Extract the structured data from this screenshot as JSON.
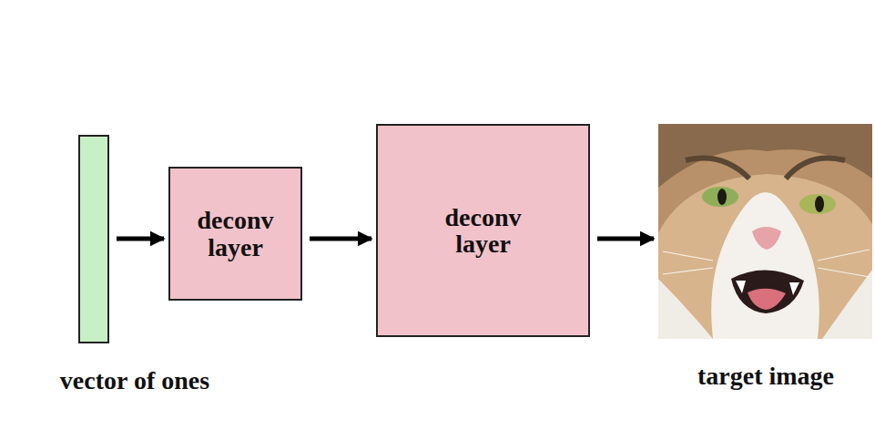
{
  "diagram": {
    "nodes": [
      {
        "text": [
          "vector of ones"
        ]
      },
      {
        "text": [
          "deconv layer"
        ]
      },
      {
        "text": [
          "deconv layer"
        ]
      },
      {
        "text": [
          "target image"
        ]
      }
    ],
    "edges": [
      {
        "from": 0,
        "to": 1,
        "arrow": "to"
      },
      {
        "from": 1,
        "to": 2,
        "arrow": "to"
      },
      {
        "from": 2,
        "to": 3,
        "arrow": "to"
      }
    ]
  }
}
